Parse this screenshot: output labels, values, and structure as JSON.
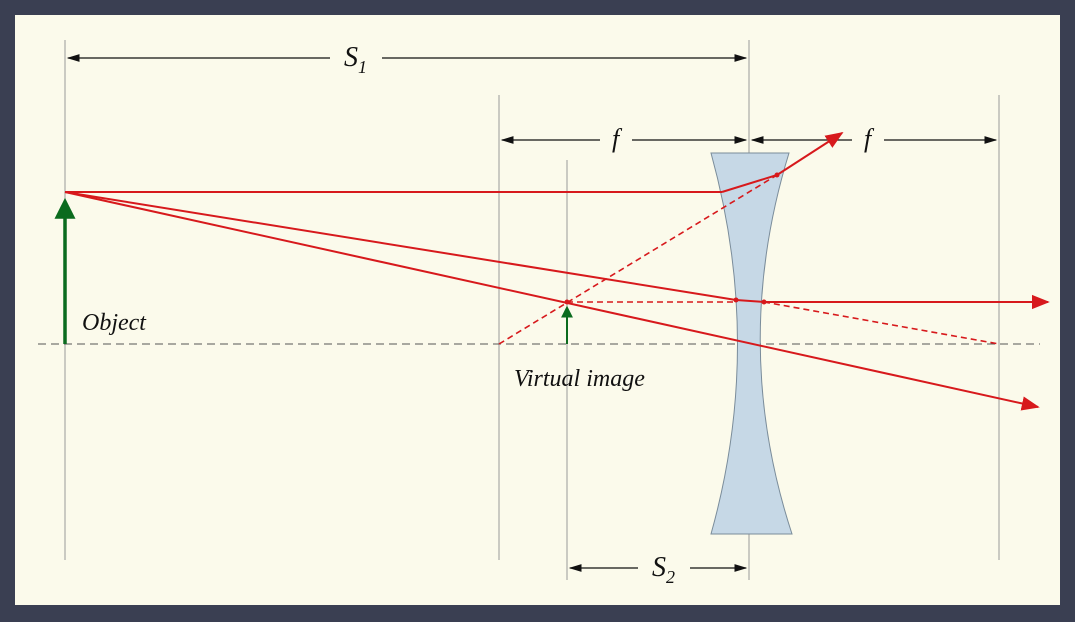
{
  "labels": {
    "s1": "S",
    "s1_sub": "1",
    "f_left": "f",
    "f_right": "f",
    "s2": "S",
    "s2_sub": "2",
    "object": "Object",
    "virtual_image": "Virtual image"
  },
  "colors": {
    "background": "#fbfaeb",
    "frame": "#3a3f52",
    "ray": "#d7191c",
    "object_arrow": "#0b6b1e",
    "lens_fill": "#c6d8e6",
    "lens_stroke": "#7a8c9a",
    "guide_line": "#9a9a9a",
    "axis": "#555555",
    "dimension": "#111111"
  }
}
